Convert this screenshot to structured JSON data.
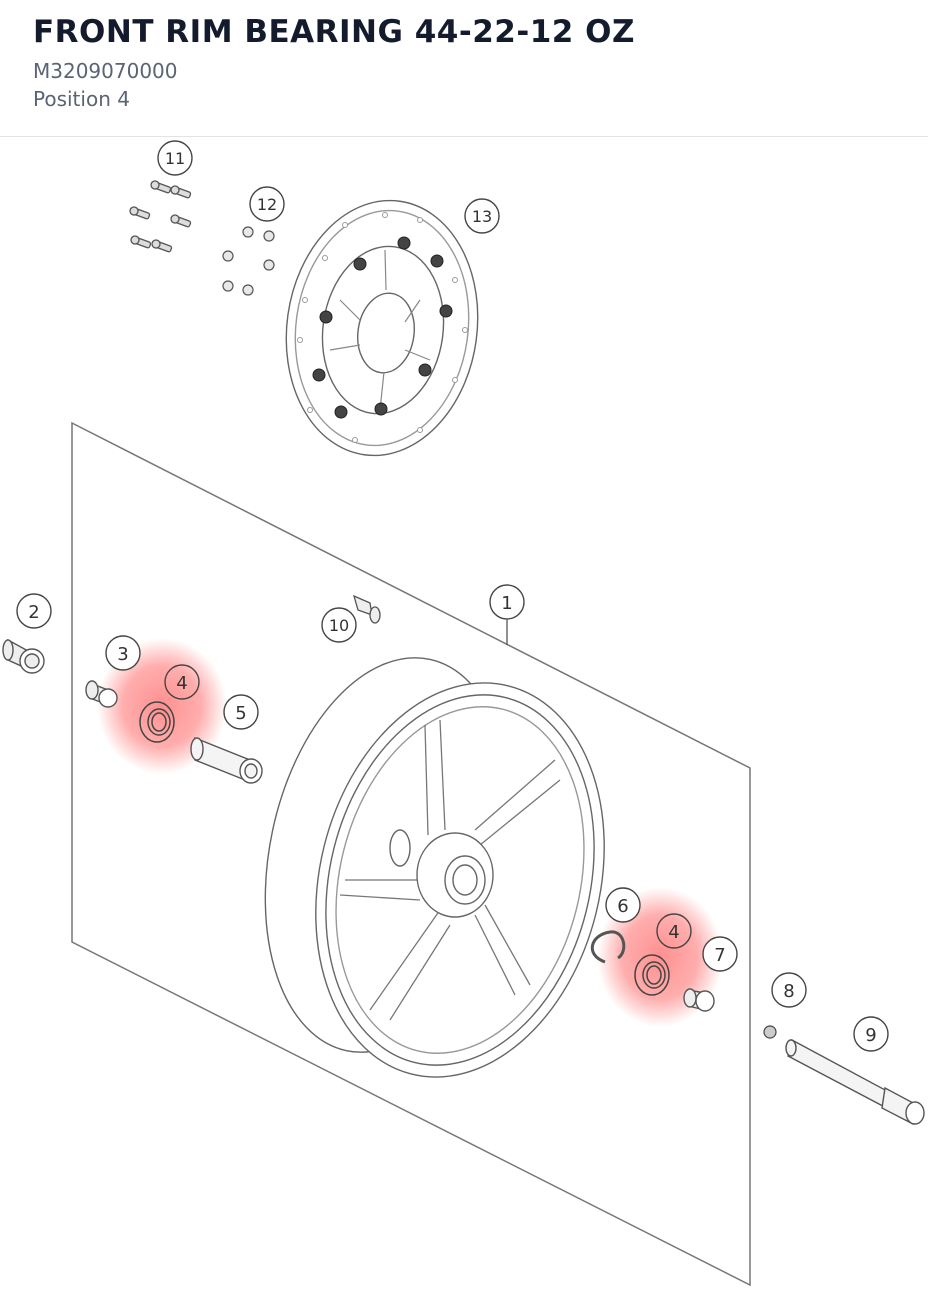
{
  "header": {
    "title": "FRONT RIM BEARING 44-22-12 OZ",
    "part_number": "M3209070000",
    "position": "Position 4"
  },
  "diagram": {
    "highlight_color": "#ff6b6b",
    "callouts": [
      {
        "id": "callout-1",
        "label": "1"
      },
      {
        "id": "callout-2",
        "label": "2"
      },
      {
        "id": "callout-3",
        "label": "3"
      },
      {
        "id": "callout-4-left",
        "label": "4"
      },
      {
        "id": "callout-4-right",
        "label": "4"
      },
      {
        "id": "callout-5",
        "label": "5"
      },
      {
        "id": "callout-6",
        "label": "6"
      },
      {
        "id": "callout-7",
        "label": "7"
      },
      {
        "id": "callout-8",
        "label": "8"
      },
      {
        "id": "callout-9",
        "label": "9"
      },
      {
        "id": "callout-10",
        "label": "10"
      },
      {
        "id": "callout-11",
        "label": "11"
      },
      {
        "id": "callout-12",
        "label": "12"
      },
      {
        "id": "callout-13",
        "label": "13"
      }
    ]
  }
}
